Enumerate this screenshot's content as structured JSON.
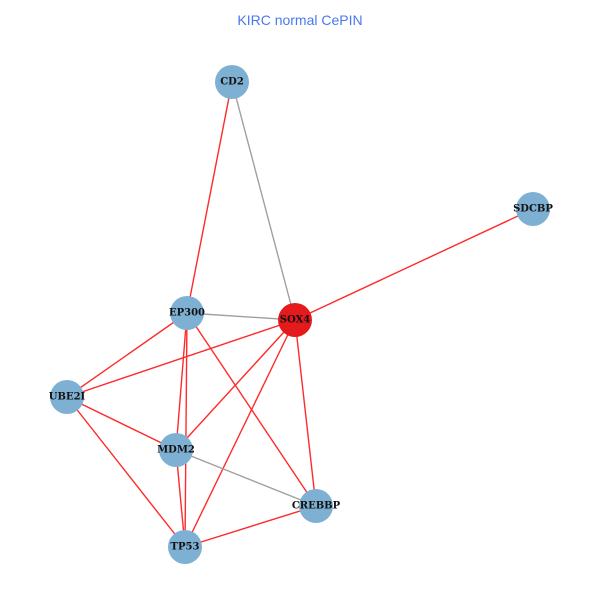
{
  "title": "KIRC normal CePIN",
  "colors": {
    "node_default": "#7eb0d3",
    "node_highlight": "#e41a1c",
    "edge_red": "#ff2a2a",
    "edge_gray": "#a0a0a0",
    "title": "#4a78f0"
  },
  "nodes": [
    {
      "id": "CD2",
      "label": "CD2",
      "highlight": false
    },
    {
      "id": "SDCBP",
      "label": "SDCBP",
      "highlight": false
    },
    {
      "id": "EP300",
      "label": "EP300",
      "highlight": false
    },
    {
      "id": "SOX4",
      "label": "SOX4",
      "highlight": true
    },
    {
      "id": "UBE2I",
      "label": "UBE2I",
      "highlight": false
    },
    {
      "id": "MDM2",
      "label": "MDM2",
      "highlight": false
    },
    {
      "id": "CREBBP",
      "label": "CREBBP",
      "highlight": false
    },
    {
      "id": "TP53",
      "label": "TP53",
      "highlight": false
    }
  ],
  "edges": [
    {
      "source": "CD2",
      "target": "EP300",
      "type": "red"
    },
    {
      "source": "CD2",
      "target": "SOX4",
      "type": "gray"
    },
    {
      "source": "SOX4",
      "target": "SDCBP",
      "type": "red"
    },
    {
      "source": "EP300",
      "target": "SOX4",
      "type": "gray"
    },
    {
      "source": "EP300",
      "target": "UBE2I",
      "type": "red"
    },
    {
      "source": "EP300",
      "target": "MDM2",
      "type": "red"
    },
    {
      "source": "EP300",
      "target": "TP53",
      "type": "red"
    },
    {
      "source": "EP300",
      "target": "CREBBP",
      "type": "red"
    },
    {
      "source": "SOX4",
      "target": "UBE2I",
      "type": "red"
    },
    {
      "source": "SOX4",
      "target": "MDM2",
      "type": "red"
    },
    {
      "source": "SOX4",
      "target": "TP53",
      "type": "red"
    },
    {
      "source": "SOX4",
      "target": "CREBBP",
      "type": "red"
    },
    {
      "source": "UBE2I",
      "target": "MDM2",
      "type": "red"
    },
    {
      "source": "UBE2I",
      "target": "TP53",
      "type": "red"
    },
    {
      "source": "MDM2",
      "target": "TP53",
      "type": "red"
    },
    {
      "source": "MDM2",
      "target": "CREBBP",
      "type": "gray"
    },
    {
      "source": "CREBBP",
      "target": "TP53",
      "type": "red"
    }
  ]
}
